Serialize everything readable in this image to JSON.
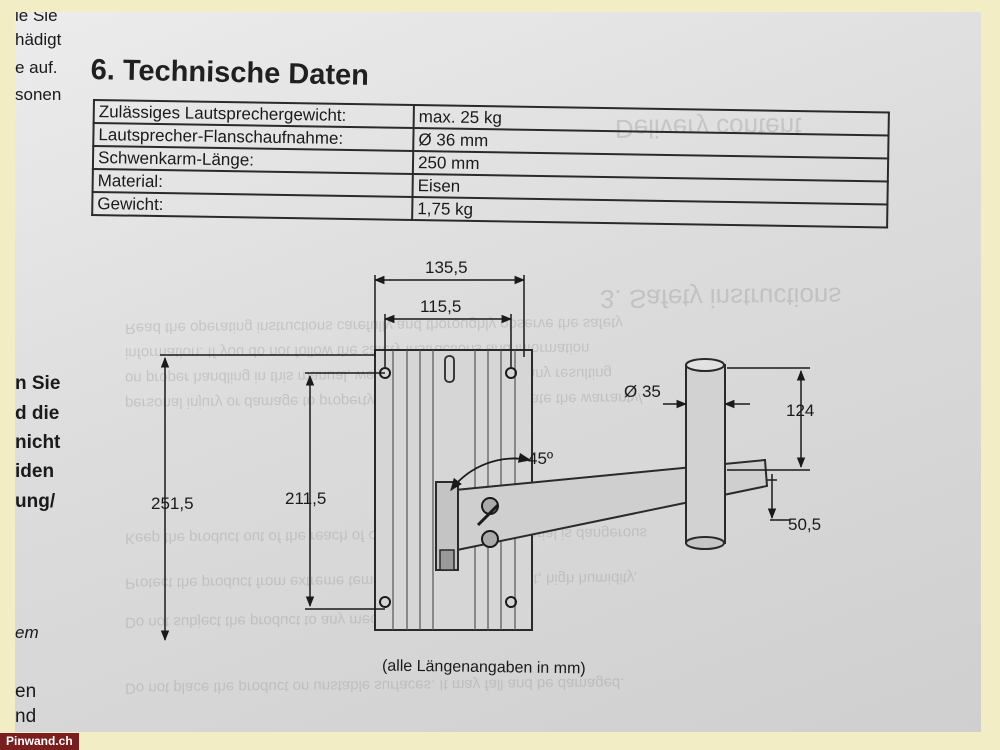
{
  "left_column": {
    "top_lines": [
      "ie Sie",
      "hädigt",
      "e auf.",
      "sonen"
    ],
    "middle_lines": [
      "n Sie",
      "d die",
      "nicht",
      "iden",
      "ung/"
    ],
    "lower_lines": [
      "em"
    ],
    "bottom_lines": [
      "en",
      "nd"
    ]
  },
  "section": {
    "title": "6.  Technische Daten"
  },
  "specs": [
    {
      "label": "Zulässiges Lautsprechergewicht:",
      "value": "max. 25 kg"
    },
    {
      "label": "Lautsprecher-Flanschaufnahme:",
      "value": "Ø 36 mm"
    },
    {
      "label": "Schwenkarm-Länge:",
      "value": "250 mm"
    },
    {
      "label": "Material:",
      "value": "Eisen"
    },
    {
      "label": "Gewicht:",
      "value": "1,75 kg"
    }
  ],
  "drawing": {
    "dims": {
      "total_width": "135,5",
      "hole_width": "115,5",
      "total_height": "251,5",
      "hole_height": "211,5",
      "angle": "45º",
      "pipe_diameter": "Ø 35",
      "pipe_length": "124",
      "offset": "50,5"
    },
    "caption": "(alle Längenangaben in mm)"
  },
  "watermark": "Pinwand.ch",
  "colors": {
    "page_border": "#f3edc6",
    "paper": "#dcdcdc",
    "ink": "#1a1a1a",
    "watermark_bg": "#7a1f1f"
  }
}
